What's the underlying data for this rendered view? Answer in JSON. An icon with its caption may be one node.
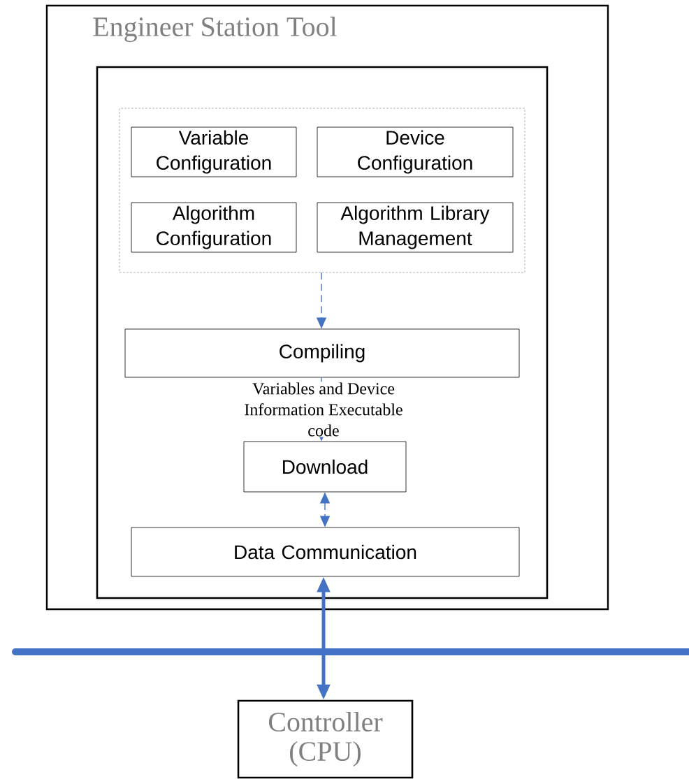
{
  "diagram": {
    "nodes": [
      {
        "text": [
          "Engineer Station Tool"
        ]
      },
      {
        "text": [],
        "shape": "box",
        "in": 0
      },
      {
        "text": [],
        "shape": "box",
        "in": 1
      },
      {
        "text": [
          "Variable Configuration"
        ],
        "in": 2
      },
      {
        "text": [
          "Device Configuration"
        ],
        "in": 2
      },
      {
        "text": [
          "Algorithm Configuration"
        ],
        "in": 2
      },
      {
        "text": [
          "Algorithm Library Management"
        ],
        "in": 2
      },
      {
        "text": [
          "Compiling"
        ],
        "in": 1
      },
      {
        "text": [
          "Download"
        ],
        "in": 1
      },
      {
        "text": [
          "Data Communication"
        ],
        "in": 1
      },
      {
        "text": [
          "Controller (CPU)"
        ]
      }
    ],
    "edges": [
      {
        "from": 2,
        "to": 7,
        "arrow": "to",
        "style": "dashed"
      },
      {
        "from": 7,
        "to": 8,
        "arrow": "to",
        "style": "dashed",
        "label": "Variables and Device Information Executable code"
      },
      {
        "from": 8,
        "to": 9,
        "arrow": "both",
        "style": "dashed"
      },
      {
        "from": 9,
        "to": 10,
        "arrow": "both",
        "style": "thick"
      }
    ]
  }
}
